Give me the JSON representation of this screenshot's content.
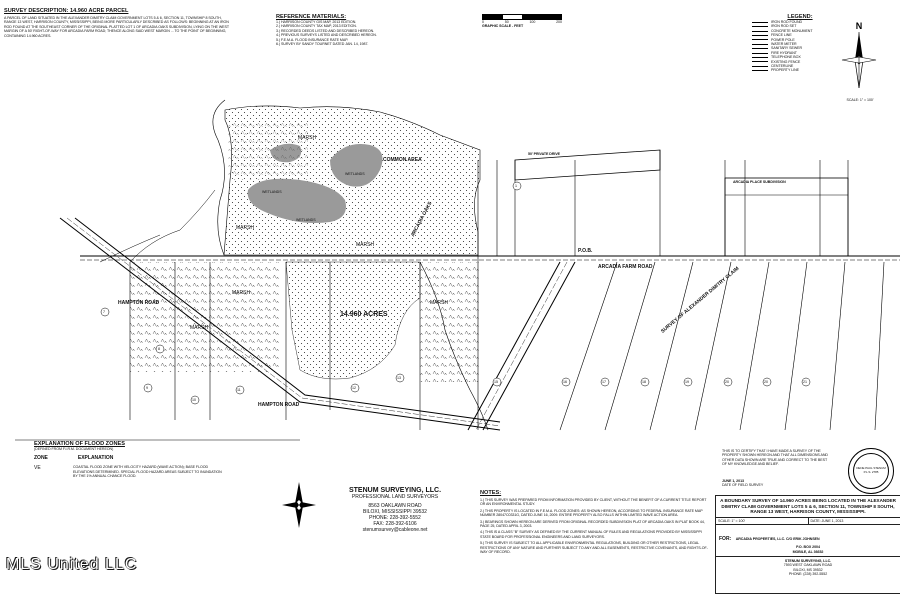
{
  "survey_description": {
    "title": "SURVEY DESCRIPTION: 14.960 ACRE PARCEL",
    "body": "A PARCEL OF LAND SITUATED IN THE ALEXANDER DIMITRY CLAIM GOVERNMENT LOTS 5 & 6, SECTION 11, TOWNSHIP 8 SOUTH, RANGE 13 WEST, HARRISON COUNTY, MISSISSIPPI, BEING MORE PARTICULARLY DESCRIBED AS FOLLOWS: BEGINNING AT AN IRON ROD FOUND AT THE SOUTHEAST CORNER OF THE ORIGINAL PLATTED LOT 1 OF ARCADIA OAKS SUBDIVISION, LYING ON THE WEST MARGIN OF A 50' RIGHT-OF-WAY FOR ARCADIA FARM ROAD; THENCE ALONG SAID WEST MARGIN ... TO THE POINT OF BEGINNING, CONTAINING 14.960 ACRES."
  },
  "reference_materials": {
    "title": "REFERENCE MATERIALS:",
    "items": [
      "1.) HARRISON COUNTY GIS MAP, 2013 EDITION.",
      "2.) HARRISON COUNTY TAX MAP, 2013 EDITION.",
      "3.) RECORDED DEEDS LISTED AND DESCRIBED HEREON.",
      "4.) PREVIOUS SURVEYS LISTED AND DESCRIBED HEREON.",
      "5.) F.E.M.A. FLOOD INSURANCE RATE MAP.",
      "6.) SURVEY BY SANDY TOURNET DATED JAN. 14, 1987."
    ]
  },
  "scale": {
    "label": "GRAPHIC SCALE - FEET",
    "ticks": [
      "0",
      "50",
      "100",
      "200"
    ],
    "north_scale": "SCALE: 1\" = 100'"
  },
  "legend": {
    "title": "LEGEND:",
    "items": [
      "IRON ROD FOUND",
      "IRON ROD SET",
      "CONCRETE MONUMENT",
      "FENCE LINE",
      "POWER POLE",
      "WATER METER",
      "SANITARY SEWER",
      "FIRE HYDRANT",
      "TELEPHONE BOX",
      "EXISTING FENCE",
      "CENTERLINE",
      "PROPERTY LINE"
    ]
  },
  "map_labels": {
    "common_area": "COMMON AREA",
    "acres": "14.960 ACRES",
    "arcadia_oaks": "ARCADIA OAKS",
    "arcadia_place": "ARCADIA PLACE SUBDIVISION",
    "arcadia_farm_road": "ARCADIA FARM ROAD",
    "hampton_road": "HAMPTON ROAD",
    "pob": "P.O.B.",
    "marsh": "MARSH",
    "wetlands": "WETLANDS",
    "private_drive": "50' PRIVATE DRIVE",
    "alexander_claim": "SURVEY OF ALEXANDER DIMITRY CLAIM"
  },
  "lot_numbers": [
    "1",
    "2",
    "3",
    "4",
    "5",
    "6",
    "7",
    "8",
    "9",
    "10",
    "11",
    "12",
    "13",
    "14",
    "15",
    "16",
    "17",
    "18",
    "19",
    "20",
    "21"
  ],
  "flood_zones": {
    "title": "EXPLANATION OF FLOOD ZONES",
    "subtitle": "(DEFINED FROM F.I.R.M. DOCUMENT HEREON)",
    "col_zone": "ZONE",
    "col_expl": "EXPLANATION",
    "zone": "VE",
    "explanation": "COASTAL FLOOD ZONE WITH VELOCITY HAZARD (WAVE ACTION); BASE FLOOD ELEVATIONS DETERMINED. SPECIAL FLOOD HAZARD AREAS SUBJECT TO INUNDATION BY THE 1% ANNUAL CHANCE FLOOD."
  },
  "company": {
    "name": "STENUM SURVEYING, LLC.",
    "tagline": "PROFESSIONAL LAND SURVEYORS",
    "address": "8563 OAKLAWN ROAD",
    "city": "BILOXI, MISSISSIPPI 39532",
    "phone": "PHONE: 228-392-5552",
    "fax": "FAX: 228-392-6106",
    "email": "stenumsurvey@cableone.net"
  },
  "notes": {
    "title": "NOTES:",
    "items": [
      "1.) THIS SURVEY WAS PREPARED FROM INFORMATION PROVIDED BY CLIENT, WITHOUT THE BENEFIT OF A CURRENT TITLE REPORT OR AN ENVIRONMENTAL STUDY.",
      "2.) THIS PROPERTY IS LOCATED IN F.E.M.A. FLOOD ZONES: AS SHOWN HEREON, ACCORDING TO FEDERAL INSURANCE RATE MAP NUMBER 28047C0331G, DATED JUNE 16, 2009. ENTIRE PROPERTY ALSO FALLS WITHIN LIMITED WAVE ACTION AREA.",
      "3.) BEARINGS SHOWN HEREON ARE DERIVED FROM ORIGINAL RECORDED SUBDIVISION PLAT OF ARCADIA OAKS IN PLAT BOOK 44, PAGE 25, DATED APRIL 3, 2003.",
      "4.) THIS IS A CLASS \"B\" SURVEY AS DEFINED BY THE CURRENT MANUAL OF RULES AND REGULATIONS PROVIDED BY MISSISSIPPI STATE BOARD FOR PROFESSIONAL ENGINEERS AND LAND SURVEYORS.",
      "5.) THIS SURVEY IS SUBJECT TO ALL APPLICABLE ENVIRONMENTAL REGULATIONS, BUILDING OR OTHER RESTRICTIONS, LEGAL RESTRICTIONS OF ANY NATURE AND FURTHER SUBJECT TO ANY AND ALL EASEMENTS, RESTRICTIVE COVENANTS, AND RIGHTS-OF-WAY OF RECORD."
    ]
  },
  "certification": {
    "text": "THIS IS TO CERTIFY THAT I HAVE MADE A SURVEY OF THE PROPERTY SHOWN HEREON AND THAT ALL DIMENSIONS AND OTHER DATA SHOWN ARE TRUE AND CORRECT TO THE BEST OF MY KNOWLEDGE AND BELIEF.",
    "date": "JUNE 1, 2013",
    "date_label": "DATE OF FIELD SURVEY",
    "seal": "DENE PAUL STENUM P.L.S. 2785"
  },
  "title_block": {
    "title": "A BOUNDARY SURVEY OF 14.960 ACRES BEING LOCATED IN THE ALEXANDER DIMITRY CLAIM GOVERNMENT LOTS 5 & 6, SECTION 11, TOWNSHIP 8 SOUTH, RANGE 13 WEST, HARRISON COUNTY, MISSISSIPPI.",
    "for_label": "FOR:",
    "client": "ARCADIA PROPERTIES, LLC. C/O ERIK JOHNSEN",
    "client_po": "P.O. BOX 2004",
    "client_city": "MOBILE, AL 36652",
    "firm": "STENUM SURVEYING, LLC.",
    "firm_addr": "7593 WEST OAKLAWN ROAD",
    "firm_city": "BILOXI, MS 39532",
    "firm_phone": "PHONE: (228) 392-5552",
    "scale": "SCALE: 1\" = 100'",
    "date": "DATE: JUNE 1, 2013"
  },
  "watermark": "MLS United LLC"
}
